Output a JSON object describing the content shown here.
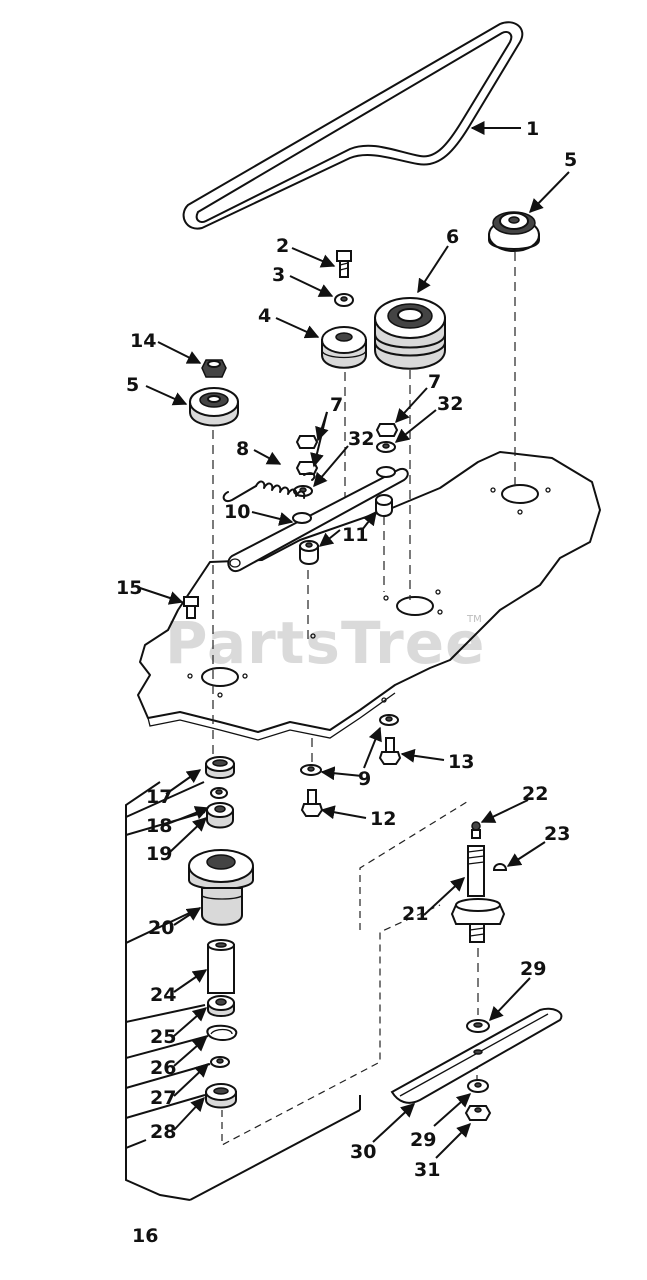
{
  "watermark": {
    "text": "PartsTree",
    "mark": "TM"
  },
  "callouts": {
    "c1": "1",
    "c2": "2",
    "c3": "3",
    "c4": "4",
    "c5a": "5",
    "c5b": "5",
    "c6": "6",
    "c7a": "7",
    "c7b": "7",
    "c8": "8",
    "c9": "9",
    "c10": "10",
    "c11": "11",
    "c12": "12",
    "c13": "13",
    "c14": "14",
    "c15": "15",
    "c16": "16",
    "c17": "17",
    "c18": "18",
    "c19": "19",
    "c20": "20",
    "c21": "21",
    "c22": "22",
    "c23": "23",
    "c24": "24",
    "c25": "25",
    "c26": "26",
    "c27": "27",
    "c28": "28",
    "c29a": "29",
    "c29b": "29",
    "c30": "30",
    "c31": "31",
    "c32a": "32",
    "c32b": "32"
  },
  "colors": {
    "line": "#111111",
    "watermark": "#bdbdbd",
    "background": "#ffffff"
  }
}
